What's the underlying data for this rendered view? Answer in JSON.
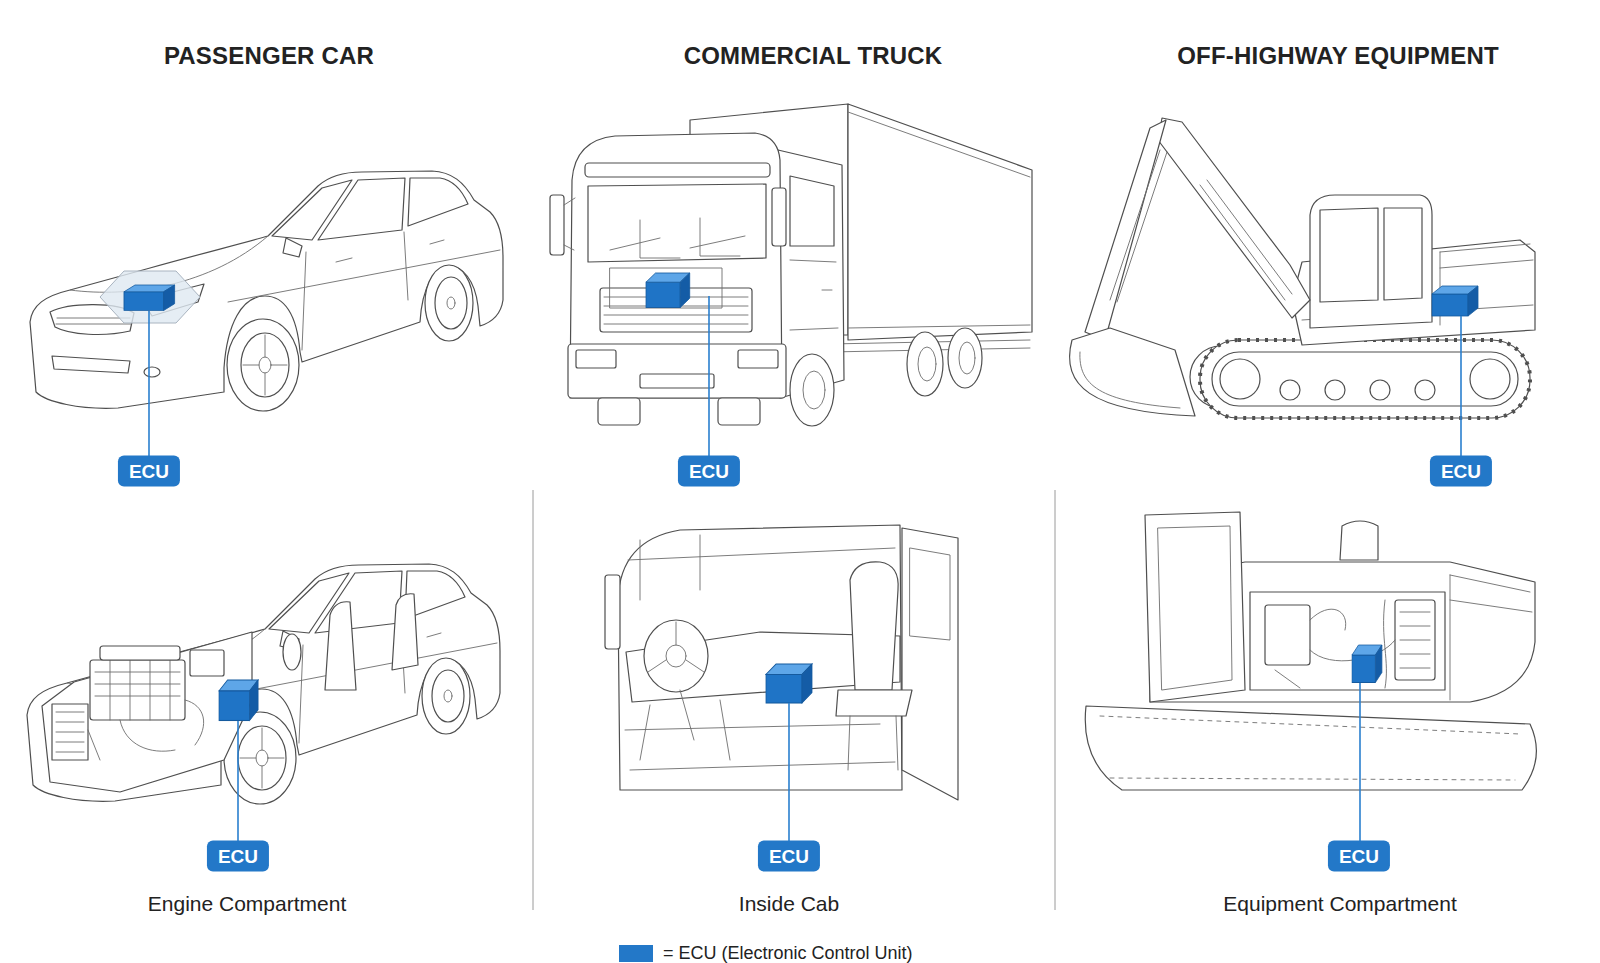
{
  "diagram": {
    "nodes": [
      {
        "text": [
          "ECU"
        ]
      },
      {
        "text": [
          "ECU"
        ]
      },
      {
        "text": [
          "ECU"
        ]
      },
      {
        "text": [
          "ECU"
        ]
      },
      {
        "text": [
          "ECU"
        ]
      },
      {
        "text": [
          "ECU"
        ]
      }
    ],
    "labels": [
      "PASSENGER CAR",
      "COMMERCIAL TRUCK",
      "OFF-HIGHWAY EQUIPMENT",
      "Engine Compartment",
      "Inside Cab",
      "Equipment Compartment"
    ],
    "legend": [
      {
        "text": "= ECU (Electronic Control Unit)",
        "color": "#2378c8"
      }
    ]
  }
}
